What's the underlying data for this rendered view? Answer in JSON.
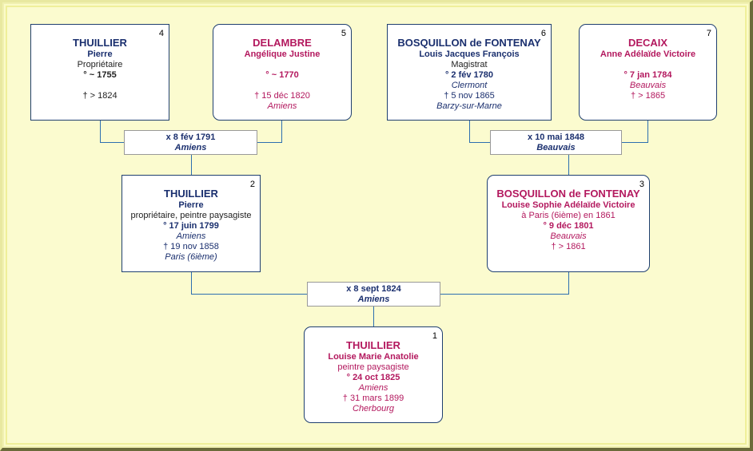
{
  "persons": {
    "p4": {
      "num": "4",
      "surname": "THUILLIER",
      "given": "Pierre",
      "occupation": "Propriétaire",
      "birth": "° ~ 1755",
      "birth_place": "",
      "death": "† > 1824",
      "death_place": ""
    },
    "p5": {
      "num": "5",
      "surname": "DELAMBRE",
      "given": "Angélique Justine",
      "occupation": "",
      "birth": "° ~ 1770",
      "birth_place": "",
      "death": "† 15 déc 1820",
      "death_place": "Amiens"
    },
    "p6": {
      "num": "6",
      "surname": "BOSQUILLON de FONTENAY",
      "given": "Louis Jacques François",
      "occupation": "Magistrat",
      "birth": "° 2 fév 1780",
      "birth_place": "Clermont",
      "death": "† 5 nov 1865",
      "death_place": "Barzy-sur-Marne"
    },
    "p7": {
      "num": "7",
      "surname": "DECAIX",
      "given": "Anne Adélaïde Victoire",
      "occupation": "",
      "birth": "° 7 jan 1784",
      "birth_place": "Beauvais",
      "death": "† > 1865",
      "death_place": ""
    },
    "p2": {
      "num": "2",
      "surname": "THUILLIER",
      "given": "Pierre",
      "occupation": "propriétaire, peintre paysagiste",
      "birth": "° 17 juin 1799",
      "birth_place": "Amiens",
      "death": "† 19 nov 1858",
      "death_place": "Paris (6ième)"
    },
    "p3": {
      "num": "3",
      "surname": "BOSQUILLON de FONTENAY",
      "given": "Louise Sophie Adélaïde Victoire",
      "occupation": "à Paris (6ième) en 1861",
      "birth": "° 9 déc 1801",
      "birth_place": "Beauvais",
      "death": "† > 1861",
      "death_place": ""
    },
    "p1": {
      "num": "1",
      "surname": "THUILLIER",
      "given": "Louise Marie Anatolie",
      "occupation": "peintre paysagiste",
      "birth": "° 24 oct 1825",
      "birth_place": "Amiens",
      "death": "† 31 mars 1899",
      "death_place": "Cherbourg"
    }
  },
  "marriages": {
    "m45": {
      "date": "x 8 fév 1791",
      "place": "Amiens"
    },
    "m67": {
      "date": "x 10 mai 1848",
      "place": "Beauvais"
    },
    "m23": {
      "date": "x 8 sept 1824",
      "place": "Amiens"
    }
  },
  "colors": {
    "male": "#1a2f6e",
    "female": "#b3185e",
    "background": "#fbfbcf",
    "line": "#1f5f9f"
  }
}
